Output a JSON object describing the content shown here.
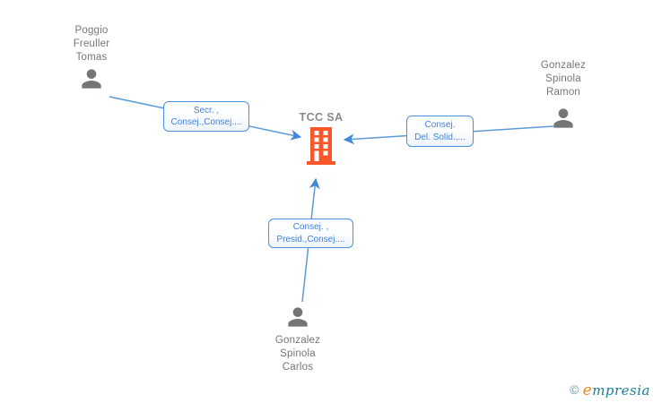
{
  "diagram": {
    "company": {
      "name": "TCC SA"
    },
    "persons": [
      {
        "id": "poggio-freuller-tomas",
        "line1": "Poggio",
        "line2": "Freuller",
        "line3": "Tomas"
      },
      {
        "id": "gonzalez-spinola-ramon",
        "line1": "Gonzalez",
        "line2": "Spinola",
        "line3": "Ramon"
      },
      {
        "id": "gonzalez-spinola-carlos",
        "line1": "Gonzalez",
        "line2": "Spinola",
        "line3": "Carlos"
      }
    ],
    "edges": [
      {
        "from": "Poggio Freuller Tomas",
        "to": "TCC SA",
        "label_line1": "Secr. ,",
        "label_line2": "Consej.,Consej...."
      },
      {
        "from": "Gonzalez Spinola Ramon",
        "to": "TCC SA",
        "label_line1": "Consej.",
        "label_line2": "Del. Solid.,..."
      },
      {
        "from": "Gonzalez Spinola Carlos",
        "to": "TCC SA",
        "label_line1": "Consej. ,",
        "label_line2": "Presid.,Consej...."
      }
    ],
    "colors": {
      "edge_line": "#5b9bd8",
      "arrowhead": "#4287d7",
      "label_border": "#4a90e2",
      "label_text": "#3f7fdc",
      "person_gray": "#757575",
      "company_text": "#8a8a8a",
      "building_orange": "#f9562a",
      "logo_orange": "#f0861c",
      "logo_teal": "#1d7d99"
    },
    "logo": {
      "copyright": "©",
      "brand_e": "e",
      "brand_rest": "mpresia"
    }
  }
}
